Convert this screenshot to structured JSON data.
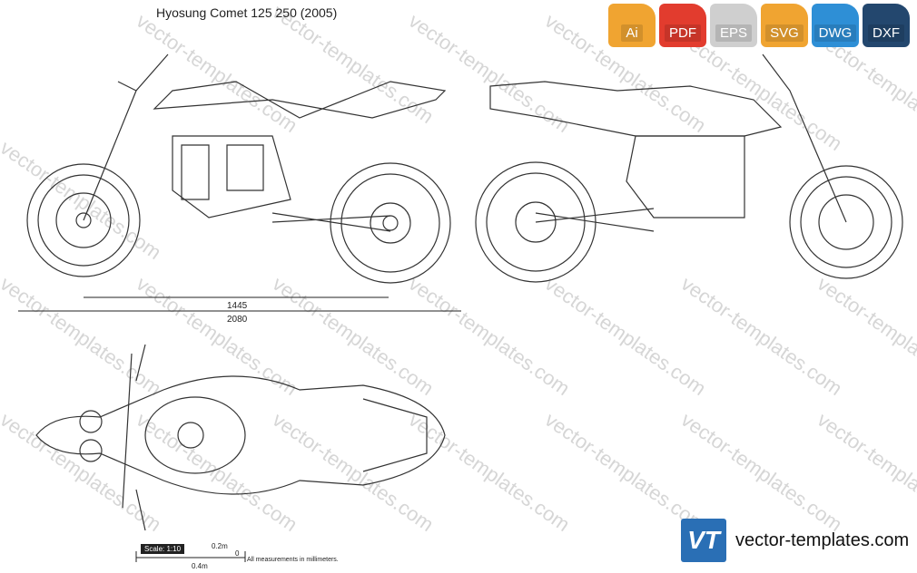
{
  "title": "Hyosung Comet 125 250 (2005)",
  "watermark_text": "vector-templates.com",
  "formats": [
    {
      "label": "Ai",
      "color": "#f0a431"
    },
    {
      "label": "PDF",
      "color": "#e23c2e"
    },
    {
      "label": "EPS",
      "color": "#cfcfcf"
    },
    {
      "label": "SVG",
      "color": "#f0a431"
    },
    {
      "label": "DWG",
      "color": "#2e8fd6"
    },
    {
      "label": "DXF",
      "color": "#23476e"
    }
  ],
  "dimensions": {
    "wheelbase": "1445",
    "length": "2080"
  },
  "brand": {
    "logo_text": "VT",
    "name": "vector-templates.com"
  },
  "scale": {
    "label": "Scale: 1:10",
    "top_mark": "0.2m",
    "bottom_mark": "0.4m",
    "zero": "0"
  },
  "note": "All measurements in millimeters."
}
